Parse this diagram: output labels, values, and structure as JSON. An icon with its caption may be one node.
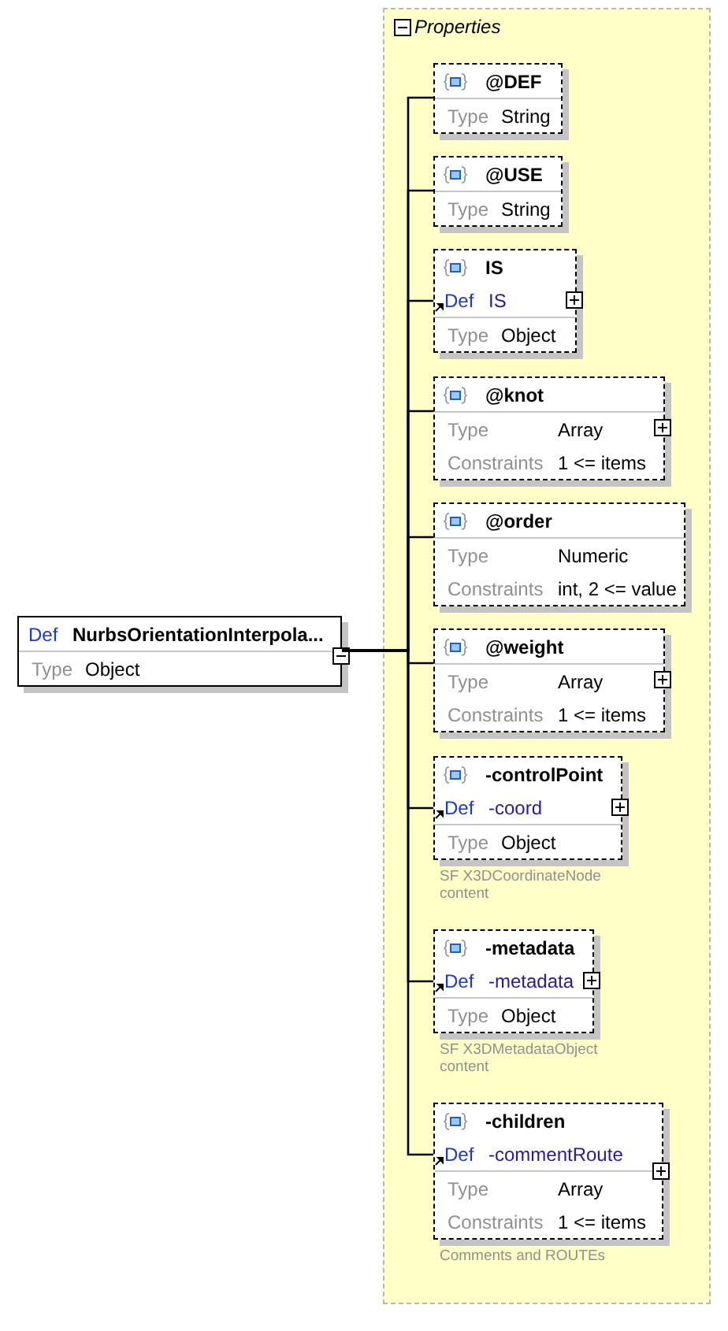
{
  "diagram": {
    "nodes": [
      {
        "text": [
          "Def",
          "NurbsOrientationInterpola...",
          "Type",
          "Object"
        ]
      },
      {
        "text": [
          "Properties"
        ]
      },
      {
        "text": [
          "@DEF",
          "Type",
          "String"
        ],
        "in": 1
      },
      {
        "text": [
          "@USE",
          "Type",
          "String"
        ],
        "in": 1
      },
      {
        "text": [
          "IS",
          "Def",
          "IS",
          "Type",
          "Object"
        ],
        "in": 1
      },
      {
        "text": [
          "@knot",
          "Type",
          "Array",
          "Constraints",
          "1 <= items"
        ],
        "in": 1
      },
      {
        "text": [
          "@order",
          "Type",
          "Numeric",
          "Constraints",
          "int, 2 <= value"
        ],
        "in": 1
      },
      {
        "text": [
          "@weight",
          "Type",
          "Array",
          "Constraints",
          "1 <= items"
        ],
        "in": 1
      },
      {
        "text": [
          "-controlPoint",
          "Def",
          "-coord",
          "Type",
          "Object"
        ],
        "in": 1,
        "beside": [
          "SF X3DCoordinateNode content"
        ]
      },
      {
        "text": [
          "-metadata",
          "Def",
          "-metadata",
          "Type",
          "Object"
        ],
        "in": 1,
        "beside": [
          "SF X3DMetadataObject content"
        ]
      },
      {
        "text": [
          "-children",
          "Def",
          "-commentRoute",
          "Type",
          "Array",
          "Constraints",
          "1 <= items"
        ],
        "in": 1,
        "beside": [
          "Comments and ROUTEs"
        ]
      }
    ],
    "edges": [
      {
        "from": 0,
        "to": 2,
        "arrow": "none"
      },
      {
        "from": 0,
        "to": 3,
        "arrow": "none"
      },
      {
        "from": 0,
        "to": 4,
        "arrow": "none"
      },
      {
        "from": 0,
        "to": 5,
        "arrow": "none"
      },
      {
        "from": 0,
        "to": 6,
        "arrow": "none"
      },
      {
        "from": 0,
        "to": 7,
        "arrow": "none"
      },
      {
        "from": 0,
        "to": 8,
        "arrow": "none"
      },
      {
        "from": 0,
        "to": 9,
        "arrow": "none"
      },
      {
        "from": 0,
        "to": 10,
        "arrow": "none"
      }
    ]
  }
}
